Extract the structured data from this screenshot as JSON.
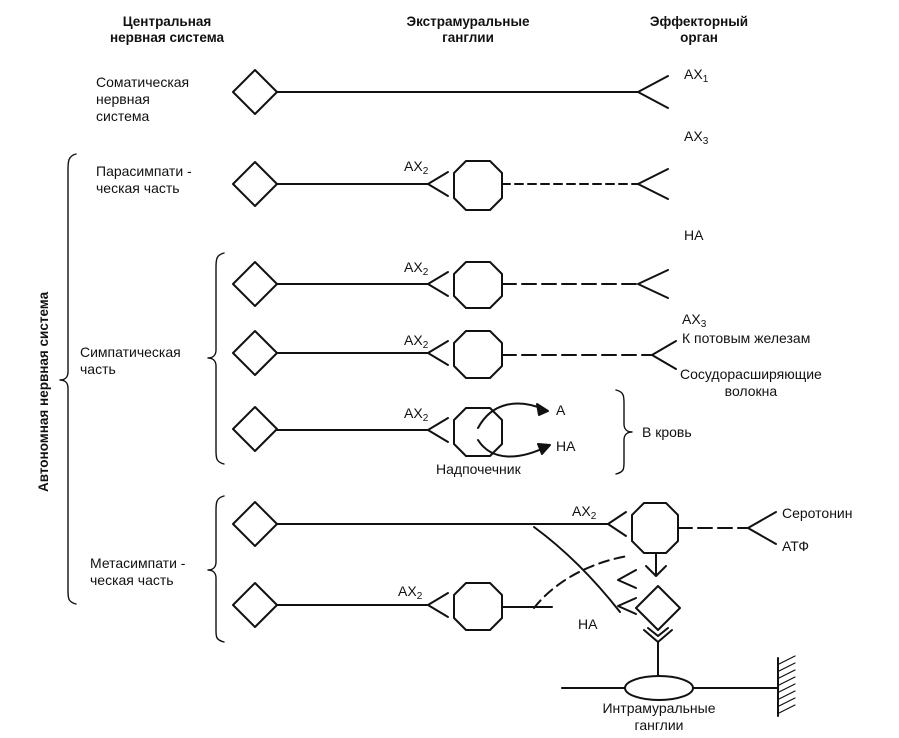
{
  "headers": {
    "cns": "Центральная нервная система",
    "cns_line1": "Центральная",
    "cns_line2": "нервная система",
    "ganglia_line1": "Экстрамуральные",
    "ganglia_line2": "ганглии",
    "effector_line1": "Эффекторный",
    "effector_line2": "орган"
  },
  "autonomic_label": "Автономная нервная система",
  "divisions": {
    "somatic": [
      "Соматическая",
      "нервная",
      "система"
    ],
    "parasympathetic": [
      "Парасимпати -",
      "ческая часть"
    ],
    "sympathetic": [
      "Симпатическая",
      "часть"
    ],
    "metasympathetic": [
      "Метасимпати -",
      "ческая часть"
    ]
  },
  "mediators": {
    "ax_prefix": "АХ",
    "ax1_sub": "1",
    "ax2_sub": "2",
    "ax3_sub": "3",
    "na": "НА",
    "a": "А"
  },
  "effector_labels": {
    "sweat_glands": "К потовым железам",
    "vasodilator_line1": "Сосудорасширяющие",
    "vasodilator_line2": "волокна",
    "to_blood": "В кровь",
    "adrenal": "Надпочечник",
    "serotonin": "Серотонин",
    "atp": "АТФ",
    "intramural_line1": "Интрамуральные",
    "intramural_line2": "ганглии"
  }
}
